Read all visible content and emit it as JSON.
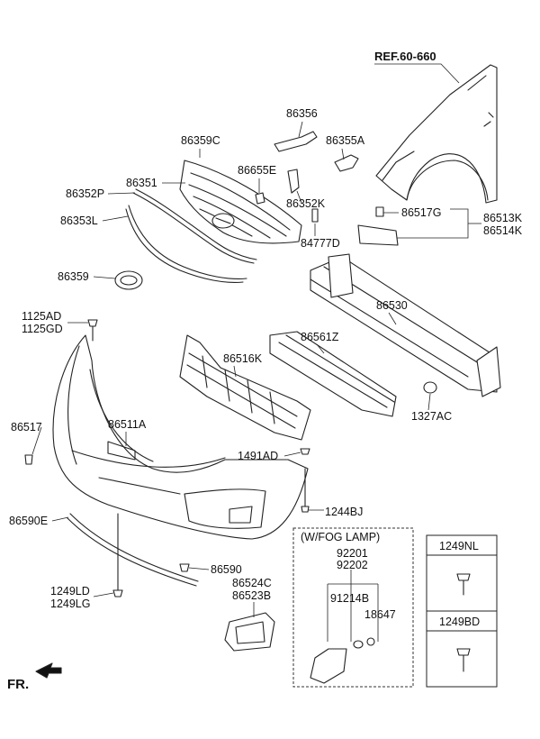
{
  "ref_label": "REF.60-660",
  "direction_label": "FR.",
  "fog_lamp_caption": "(W/FOG LAMP)",
  "labels": {
    "p86359C": "86359C",
    "p86356": "86356",
    "p86355A": "86355A",
    "p86655E": "86655E",
    "p86351": "86351",
    "p86352P": "86352P",
    "p86352K": "86352K",
    "p86353L": "86353L",
    "p84777D": "84777D",
    "p86359": "86359",
    "p86517G": "86517G",
    "p86513K": "86513K",
    "p86514K": "86514K",
    "p86530": "86530",
    "p1125AD": "1125AD",
    "p1125GD": "1125GD",
    "p86561Z": "86561Z",
    "p86516K": "86516K",
    "p1327AC": "1327AC",
    "p86517": "86517",
    "p86511A": "86511A",
    "p1491AD": "1491AD",
    "p1244BJ": "1244BJ",
    "p86590E": "86590E",
    "p86590": "86590",
    "p1249LD": "1249LD",
    "p1249LG": "1249LG",
    "p86524C": "86524C",
    "p86523B": "86523B",
    "p92201": "92201",
    "p92202": "92202",
    "p91214B": "91214B",
    "p18647": "18647",
    "p1249NL": "1249NL",
    "p1249BD": "1249BD"
  }
}
